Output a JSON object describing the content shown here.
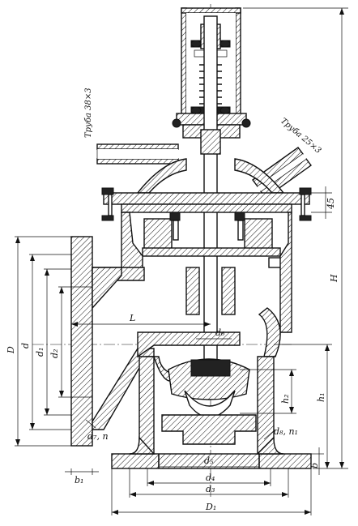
{
  "labels": {
    "pipe_left": "Труба 38×3",
    "pipe_right": "Труба 25×3",
    "dim_45": "45",
    "H": "H",
    "L": "L",
    "D": "D",
    "d": "d",
    "d1": "d₁",
    "d2": "d₂",
    "d6": "d₆",
    "h2": "h₂",
    "h1": "h₁",
    "d7_n": "d₇, n",
    "d8_n1": "d₈, n₁",
    "d5": "d₅",
    "d4": "d₄",
    "d3": "d₃",
    "D1": "D₁",
    "b": "b",
    "b1": "b₁"
  }
}
